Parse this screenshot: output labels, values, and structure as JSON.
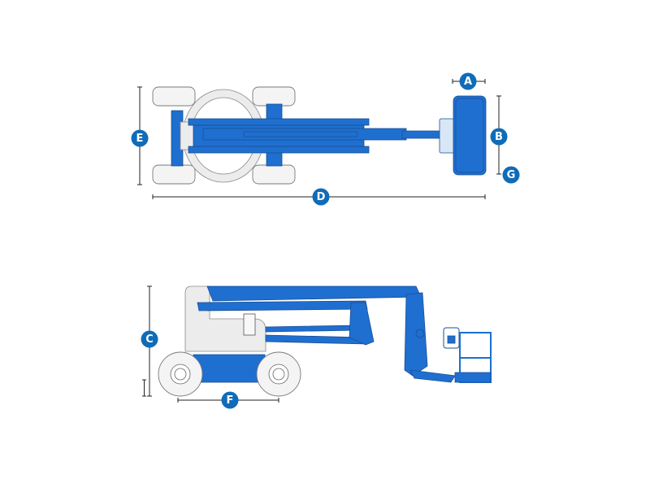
{
  "colors": {
    "machine_blue": "#1f6fd0",
    "badge_blue": "#0f6cb8",
    "body_grey": "#ececec"
  },
  "top_view": {
    "labels": {
      "A": "A",
      "B": "B",
      "D": "D",
      "E": "E",
      "G": "G"
    }
  },
  "side_view": {
    "labels": {
      "C": "C",
      "F": "F"
    }
  }
}
